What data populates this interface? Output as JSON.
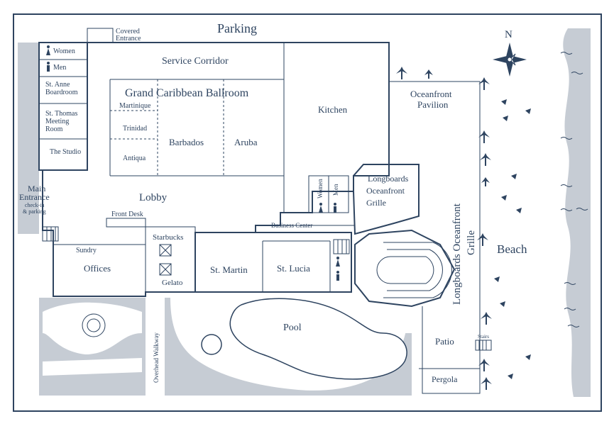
{
  "labels": {
    "parking": "Parking",
    "covered_entrance_1": "Covered",
    "covered_entrance_2": "Entrance",
    "women": "Women",
    "men": "Men",
    "st_anne_1": "St. Anne",
    "st_anne_2": "Boardroom",
    "st_thomas_1": "St. Thomas",
    "st_thomas_2": "Meeting",
    "st_thomas_3": "Room",
    "studio": "The Studio",
    "main_entrance_1": "Main",
    "main_entrance_2": "Entrance",
    "main_entrance_3": "check-in",
    "main_entrance_4": "& parking",
    "service_corridor": "Service Corridor",
    "ballroom": "Grand Caribbean Ballroom",
    "martinique": "Martinique",
    "trinidad": "Trinidad",
    "antiqua": "Antiqua",
    "barbados": "Barbados",
    "aruba": "Aruba",
    "kitchen": "Kitchen",
    "oceanfront_pavilion_1": "Oceanfront",
    "oceanfront_pavilion_2": "Pavilion",
    "lobby": "Lobby",
    "front_desk": "Front Desk",
    "women_2": "Women",
    "men_2": "Men",
    "longboards_1": "Longboards",
    "longboards_2": "Oceanfront",
    "longboards_3": "Grille",
    "business_center": "Business Center",
    "starbucks": "Starbucks",
    "sundry": "Sundry",
    "offices": "Offices",
    "gelato": "Gelato",
    "st_martin": "St. Martin",
    "st_lucia": "St. Lucia",
    "longboards_vertical_1": "Longboards Oceanfront",
    "longboards_vertical_2": "Grille",
    "beach": "Beach",
    "pool": "Pool",
    "overhead_walkway": "Overhead Walkway",
    "patio": "Patio",
    "stairs": "Stairs",
    "pergola": "Pergola",
    "compass_n": "N"
  },
  "icons": {
    "compass": "compass-rose-icon",
    "palm": "palm-tree-icon",
    "umbrella": "beach-umbrella-icon",
    "restroom_women": "women-restroom-icon",
    "restroom_men": "men-restroom-icon",
    "elevator": "elevator-icon",
    "stairs": "stairs-icon"
  },
  "colors": {
    "ink": "#2e4460",
    "ground": "#c6ccd4",
    "background": "#ffffff"
  }
}
